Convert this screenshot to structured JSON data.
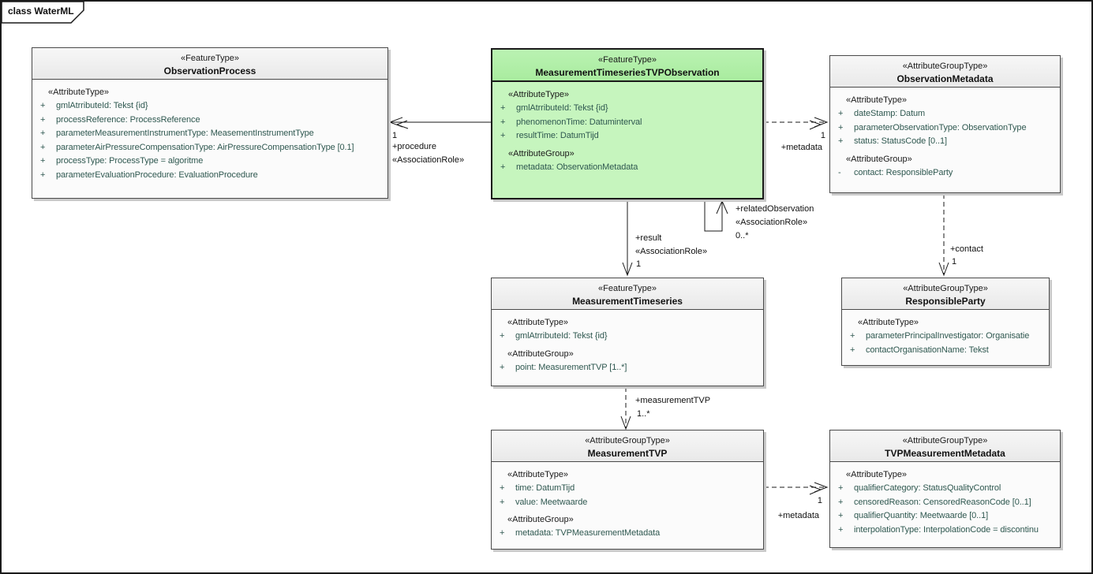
{
  "frame": {
    "title": "class WaterML"
  },
  "colors": {
    "highlight_fill": "#c6f5be",
    "highlight_header": "#a9ec9f",
    "box_fill": "#fbfbfb",
    "box_header": "#e9e9e9",
    "attr_text": "#2f5850",
    "line": "#1a1a1a",
    "shadow": "#c9c9c9"
  },
  "classes": [
    {
      "id": "observation-process",
      "stereotype": "«FeatureType»",
      "name": "ObservationProcess",
      "highlighted": false,
      "sections": [
        {
          "heading": "«AttributeType»",
          "rows": [
            {
              "vis": "+",
              "text": "gmlAtrributeId: Tekst {id}"
            },
            {
              "vis": "+",
              "text": "processReference: ProcessReference"
            },
            {
              "vis": "+",
              "text": "parameterMeasurementInstrumentType: MeasementInstrumentType"
            },
            {
              "vis": "+",
              "text": "parameterAirPressureCompensationType: AirPressureCompensationType [0.1]"
            },
            {
              "vis": "+",
              "text": "processType: ProcessType = algoritme"
            },
            {
              "vis": "+",
              "text": "parameterEvaluationProcedure: EvaluationProcedure"
            }
          ]
        }
      ]
    },
    {
      "id": "measurement-timeseries-tvp-observation",
      "stereotype": "«FeatureType»",
      "name": "MeasurementTimeseriesTVPObservation",
      "highlighted": true,
      "sections": [
        {
          "heading": "«AttributeType»",
          "rows": [
            {
              "vis": "+",
              "text": "gmlAtrributeId: Tekst {id}"
            },
            {
              "vis": "+",
              "text": "phenomenonTime: Datuminterval"
            },
            {
              "vis": "+",
              "text": "resultTime: DatumTijd"
            }
          ]
        },
        {
          "heading": "«AttributeGroup»",
          "rows": [
            {
              "vis": "+",
              "text": "metadata: ObservationMetadata"
            }
          ]
        }
      ]
    },
    {
      "id": "observation-metadata",
      "stereotype": "«AttributeGroupType»",
      "name": "ObservationMetadata",
      "highlighted": false,
      "sections": [
        {
          "heading": "«AttributeType»",
          "rows": [
            {
              "vis": "+",
              "text": "dateStamp: Datum"
            },
            {
              "vis": "+",
              "text": "parameterObservationType: ObservationType"
            },
            {
              "vis": "+",
              "text": "status: StatusCode [0..1]"
            }
          ]
        },
        {
          "heading": "«AttributeGroup»",
          "rows": [
            {
              "vis": "-",
              "text": "contact: ResponsibleParty"
            }
          ]
        }
      ]
    },
    {
      "id": "measurement-timeseries",
      "stereotype": "«FeatureType»",
      "name": "MeasurementTimeseries",
      "highlighted": false,
      "sections": [
        {
          "heading": "«AttributeType»",
          "rows": [
            {
              "vis": "+",
              "text": "gmlAtrributeId: Tekst {id}"
            }
          ]
        },
        {
          "heading": "«AttributeGroup»",
          "rows": [
            {
              "vis": "+",
              "text": "point: MeasurementTVP [1..*]"
            }
          ]
        }
      ]
    },
    {
      "id": "responsible-party",
      "stereotype": "«AttributeGroupType»",
      "name": "ResponsibleParty",
      "highlighted": false,
      "sections": [
        {
          "heading": "«AttributeType»",
          "rows": [
            {
              "vis": "+",
              "text": "parameterPrincipalInvestigator: Organisatie"
            },
            {
              "vis": "+",
              "text": "contactOrganisationName: Tekst"
            }
          ]
        }
      ]
    },
    {
      "id": "measurement-tvp",
      "stereotype": "«AttributeGroupType»",
      "name": "MeasurementTVP",
      "highlighted": false,
      "sections": [
        {
          "heading": "«AttributeType»",
          "rows": [
            {
              "vis": "+",
              "text": "time: DatumTijd"
            },
            {
              "vis": "+",
              "text": "value: Meetwaarde"
            }
          ]
        },
        {
          "heading": "«AttributeGroup»",
          "rows": [
            {
              "vis": "+",
              "text": "metadata: TVPMeasurementMetadata"
            }
          ]
        }
      ]
    },
    {
      "id": "tvp-measurement-metadata",
      "stereotype": "«AttributeGroupType»",
      "name": "TVPMeasurementMetadata",
      "highlighted": false,
      "sections": [
        {
          "heading": "«AttributeType»",
          "rows": [
            {
              "vis": "+",
              "text": "qualifierCategory: StatusQualityControl"
            },
            {
              "vis": "+",
              "text": "censoredReason: CensoredReasonCode [0..1]"
            },
            {
              "vis": "+",
              "text": "qualifierQuantity: Meetwaarde [0..1]"
            },
            {
              "vis": "+",
              "text": "interpolationType: InterpolationCode = discontinu"
            }
          ]
        }
      ]
    }
  ],
  "connectors": [
    {
      "id": "procedure",
      "multiplicity": "1",
      "role": "+procedure",
      "stereotype": "«AssociationRole»"
    },
    {
      "id": "metadata-top",
      "multiplicity": "1",
      "role": "+metadata"
    },
    {
      "id": "related-observation",
      "role": "+relatedObservation",
      "stereotype": "«AssociationRole»",
      "multiplicity": "0..*"
    },
    {
      "id": "result",
      "role": "+result",
      "stereotype": "«AssociationRole»",
      "multiplicity": "1"
    },
    {
      "id": "contact",
      "role": "+contact",
      "multiplicity": "1"
    },
    {
      "id": "measurement-tvp-role",
      "role": "+measurementTVP",
      "multiplicity": "1..*"
    },
    {
      "id": "metadata-bottom",
      "multiplicity": "1",
      "role": "+metadata"
    }
  ]
}
